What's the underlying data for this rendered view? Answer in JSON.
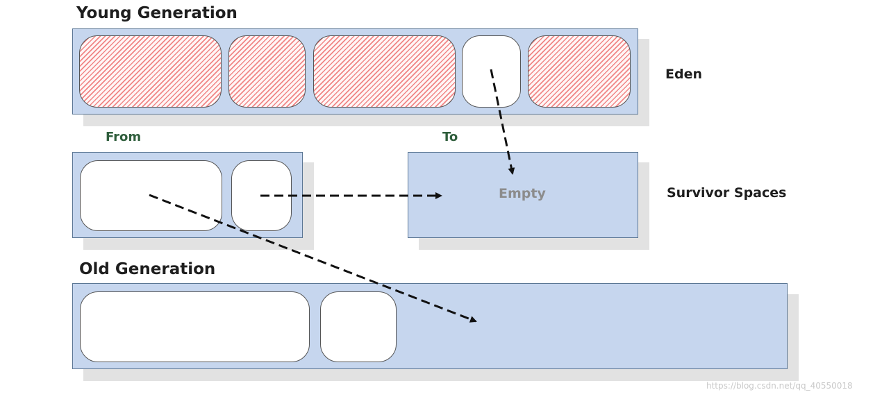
{
  "young": {
    "title": "Young Generation",
    "eden_label": "Eden"
  },
  "survivor": {
    "from_label": "From",
    "to_label": "To",
    "empty_label": "Empty",
    "side_label": "Survivor Spaces"
  },
  "old": {
    "title": "Old Generation"
  },
  "watermark": "https://blog.csdn.net/qq_40550018",
  "colors": {
    "space_fill": "#c6d6ee",
    "garbage_hatch": "#f08686",
    "space_label": "#2f5e3c",
    "arrow": "#111111"
  }
}
